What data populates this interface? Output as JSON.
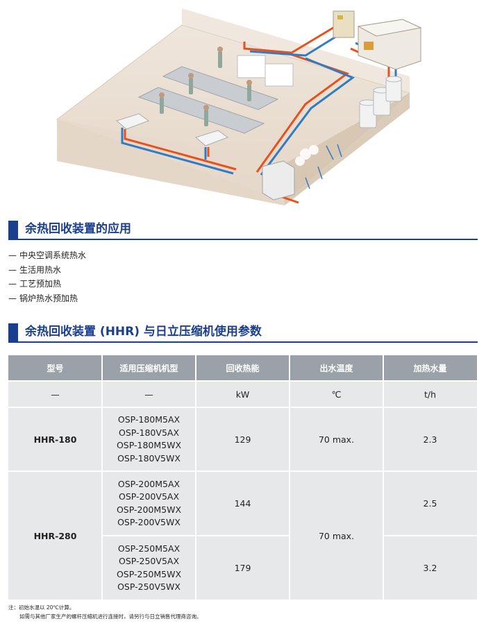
{
  "section1": {
    "title": "余热回收装置的应用"
  },
  "applications": [
    {
      "dash": "—",
      "label": "中央空调系统热水"
    },
    {
      "dash": "—",
      "label": "生活用热水"
    },
    {
      "dash": "—",
      "label": "工艺预加热"
    },
    {
      "dash": "—",
      "label": "锅炉热水预加热"
    }
  ],
  "section2": {
    "title": "余热回收装置 (HHR) 与日立压缩机使用参数"
  },
  "table": {
    "headers": [
      "型号",
      "适用压缩机机型",
      "回收热能",
      "出水温度",
      "加热水量"
    ],
    "units": [
      "—",
      "—",
      "kW",
      "℃",
      "t/h"
    ],
    "rows": [
      {
        "model": "HHR-180",
        "compressors": [
          "OSP-180M5AX",
          "OSP-180V5AX",
          "OSP-180M5WX",
          "OSP-180V5WX"
        ],
        "heat": "129",
        "temp": "70 max.",
        "water": "2.3"
      },
      {
        "model": "HHR-280",
        "compressors": [
          "OSP-200M5AX",
          "OSP-200V5AX",
          "OSP-200M5WX",
          "OSP-200V5WX"
        ],
        "heat": "144",
        "temp": "70 max.",
        "water": "2.5"
      },
      {
        "model": "",
        "compressors": [
          "OSP-250M5AX",
          "OSP-250V5AX",
          "OSP-250M5WX",
          "OSP-250V5WX"
        ],
        "heat": "179",
        "temp": "",
        "water": "3.2"
      }
    ]
  },
  "notes": [
    "注：初始水温以 20℃计算。",
    "如需与其他厂家生产的螺杆压缩机进行连接时，请另行与日立销售代理商咨询。"
  ],
  "colors": {
    "accent": "#1b3f8f",
    "header_bg": "#9aa1a8",
    "cell_bg": "#e6e8ea",
    "pipe_hot": "#e8501c",
    "pipe_cold": "#2f7bc4"
  }
}
